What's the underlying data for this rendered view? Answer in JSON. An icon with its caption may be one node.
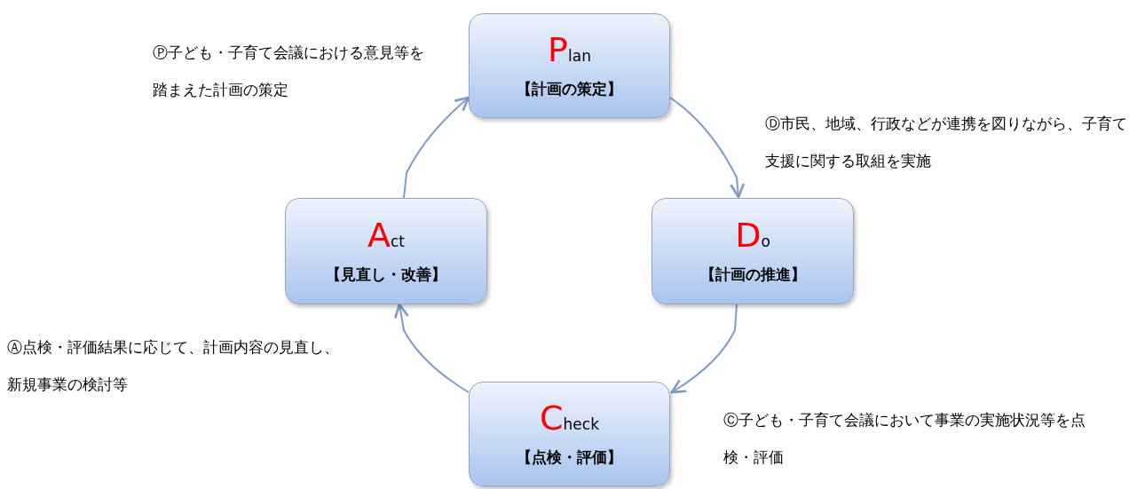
{
  "diagram": {
    "nodes": [
      {
        "text": [
          "Plan",
          "【計画の策定】"
        ],
        "beside": [
          "Ⓟ子ども・子育て会議における意見等を踏まえた計画の策定"
        ]
      },
      {
        "text": [
          "Do",
          "【計画の推進】"
        ],
        "beside": [
          "Ⓓ市民、地域、行政などが連携を図りながら、子育て支援に関する取組を実施"
        ]
      },
      {
        "text": [
          "Check",
          "【点検・評価】"
        ],
        "beside": [
          "Ⓒ子ども・子育て会議において事業の実施状況等を点検・評価"
        ]
      },
      {
        "text": [
          "Act",
          "【見直し・改善】"
        ],
        "beside": [
          "Ⓐ点検・評価結果に応じて、計画内容の見直し、新規事業の検討等"
        ]
      }
    ],
    "edges": [
      {
        "from": 0,
        "to": 1,
        "arrow": "to"
      },
      {
        "from": 1,
        "to": 2,
        "arrow": "to"
      },
      {
        "from": 2,
        "to": 3,
        "arrow": "to"
      },
      {
        "from": 3,
        "to": 0,
        "arrow": "to"
      }
    ]
  }
}
